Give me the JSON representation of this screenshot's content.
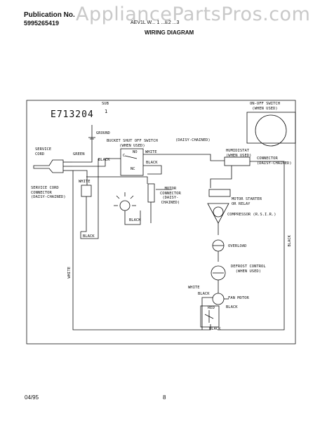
{
  "header": {
    "publication_label": "Publication No.",
    "publication_number": "5995265419",
    "model_line": "AEV1L W... 1 ...E2 ...3",
    "title": "WIRING DIAGRAM",
    "watermark": "AppliancePartsPros.com"
  },
  "diagram": {
    "code": "E713204",
    "sub_label": "SUB",
    "sub_number": "1",
    "labels": {
      "ground": "GROUND",
      "service_cord": "SERVICE\nCORD",
      "green": "GREEN",
      "black_1": "BLACK",
      "bucket_switch": "BUCKET SHUT OFF SWITCH\n(WHEN USED)",
      "daisy_chained_1": "(DAISY-CHAINED)",
      "sw_c": "C",
      "sw_no": "NO",
      "sw_nc": "NC",
      "white_1": "WHITE",
      "black_2": "BLACK",
      "white_2": "WHITE",
      "service_cord_connector": "SERVICE CORD\nCONNECTOR\n(DAISY-CHAINED)",
      "motor_connector": "MOTOR\nCONNECTOR\n(DAISY-\nCHAINED)",
      "black_3": "BLACK",
      "black_4": "BLACK",
      "humidistat": "HUMIDISTAT\n(WHEN USED)",
      "connector": "CONNECTOR\n(DAISY-CHAINED)",
      "onoff_switch": "ON-OFF SWITCH\n(WHEN USED)",
      "motor_starter": "MOTOR STARTER\nOR RELAY",
      "compressor": "COMPRESSOR (R.S.I.R.)",
      "overload": "OVERLOAD",
      "defrost_control": "DEFROST CONTROL\n(WHEN USED)",
      "fan_motor": "FAN MOTOR",
      "black_5": "BLACK",
      "red": "RED",
      "black_6": "BLACK",
      "white_vertical": "WHITE",
      "black_vertical": "BLACK",
      "white_small": "WHITE",
      "black_small": "BLACK"
    }
  },
  "footer": {
    "date": "04/95",
    "page": "8"
  }
}
